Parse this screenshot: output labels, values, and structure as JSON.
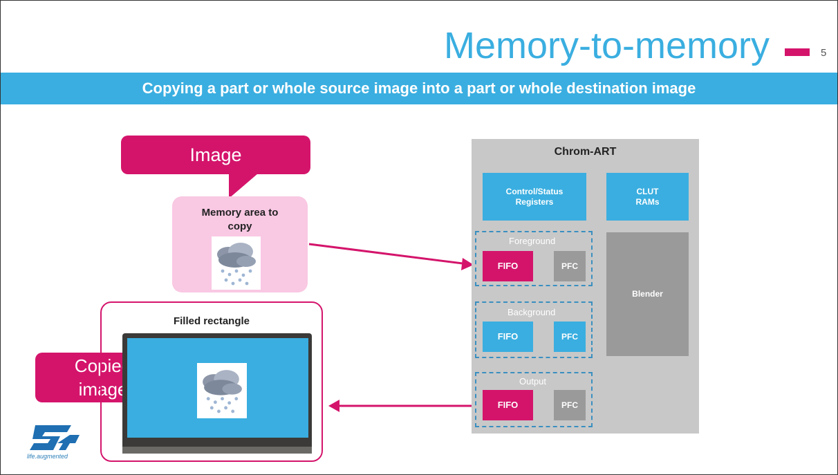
{
  "slide": {
    "title": "Memory-to-memory",
    "page_number": "5",
    "subtitle": "Copying a part or whole source image into a part or whole destination image"
  },
  "callouts": {
    "image": "Image",
    "copied_line1": "Copied",
    "copied_line2": "image"
  },
  "memory_area": {
    "label_line1": "Memory area to",
    "label_line2": "copy"
  },
  "filled_rectangle": {
    "label": "Filled rectangle"
  },
  "chrom_art": {
    "title": "Chrom-ART",
    "control_line1": "Control/Status",
    "control_line2": "Registers",
    "clut_line1": "CLUT",
    "clut_line2": "RAMs",
    "blender": "Blender",
    "groups": {
      "foreground": "Foreground",
      "background": "Background",
      "output": "Output"
    },
    "fifo": "FIFO",
    "pfc": "PFC"
  },
  "logo": {
    "tagline": "life.augmented"
  },
  "colors": {
    "accent_blue": "#3aaee0",
    "accent_magenta": "#d4146b",
    "pink_fill": "#f9c8e3",
    "chrom_grey": "#c8c8c8"
  },
  "icons": [
    "snow-cloud-icon",
    "st-logo-icon"
  ]
}
